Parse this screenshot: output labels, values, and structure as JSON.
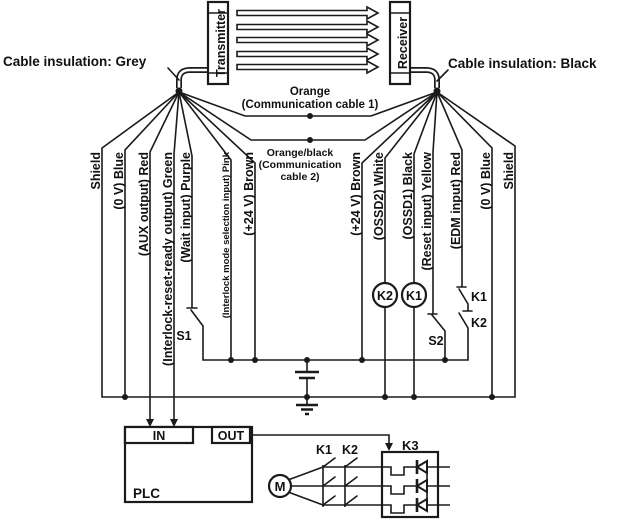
{
  "diagram": {
    "transmitter": "Transmitter",
    "receiver": "Receiver",
    "cable_grey": "Cable insulation: Grey",
    "cable_black": "Cable insulation: Black",
    "comm1": {
      "l1": "Orange",
      "l2": "(Communication cable 1)"
    },
    "comm2": {
      "l1": "Orange/black",
      "l2": "(Communication",
      "l3": "cable 2)"
    },
    "left_wires": [
      "Shield",
      "(0 V) Blue",
      "(AUX output) Red",
      "(Interlock-reset-ready output) Green",
      "(Wait input) Purple",
      "(Interlock mode selection input) Pink",
      "(+24 V) Brown"
    ],
    "right_wires": [
      "(+24 V) Brown",
      "(OSSD2) White",
      "(OSSD1) Black",
      "(Reset input) Yellow",
      "(EDM input) Red",
      "(0 V) Blue",
      "Shield"
    ],
    "s1": "S1",
    "s2": "S2",
    "coil_k2": "K2",
    "coil_k1": "K1",
    "edm_k1": "K1",
    "edm_k2": "K2",
    "plc": {
      "in_label": "IN",
      "out_label": "OUT",
      "name": "PLC"
    },
    "motor": "M",
    "contact_k1": "K1",
    "contact_k2": "K2",
    "relay_k3": "K3",
    "line_color": "#1a1a1a"
  }
}
